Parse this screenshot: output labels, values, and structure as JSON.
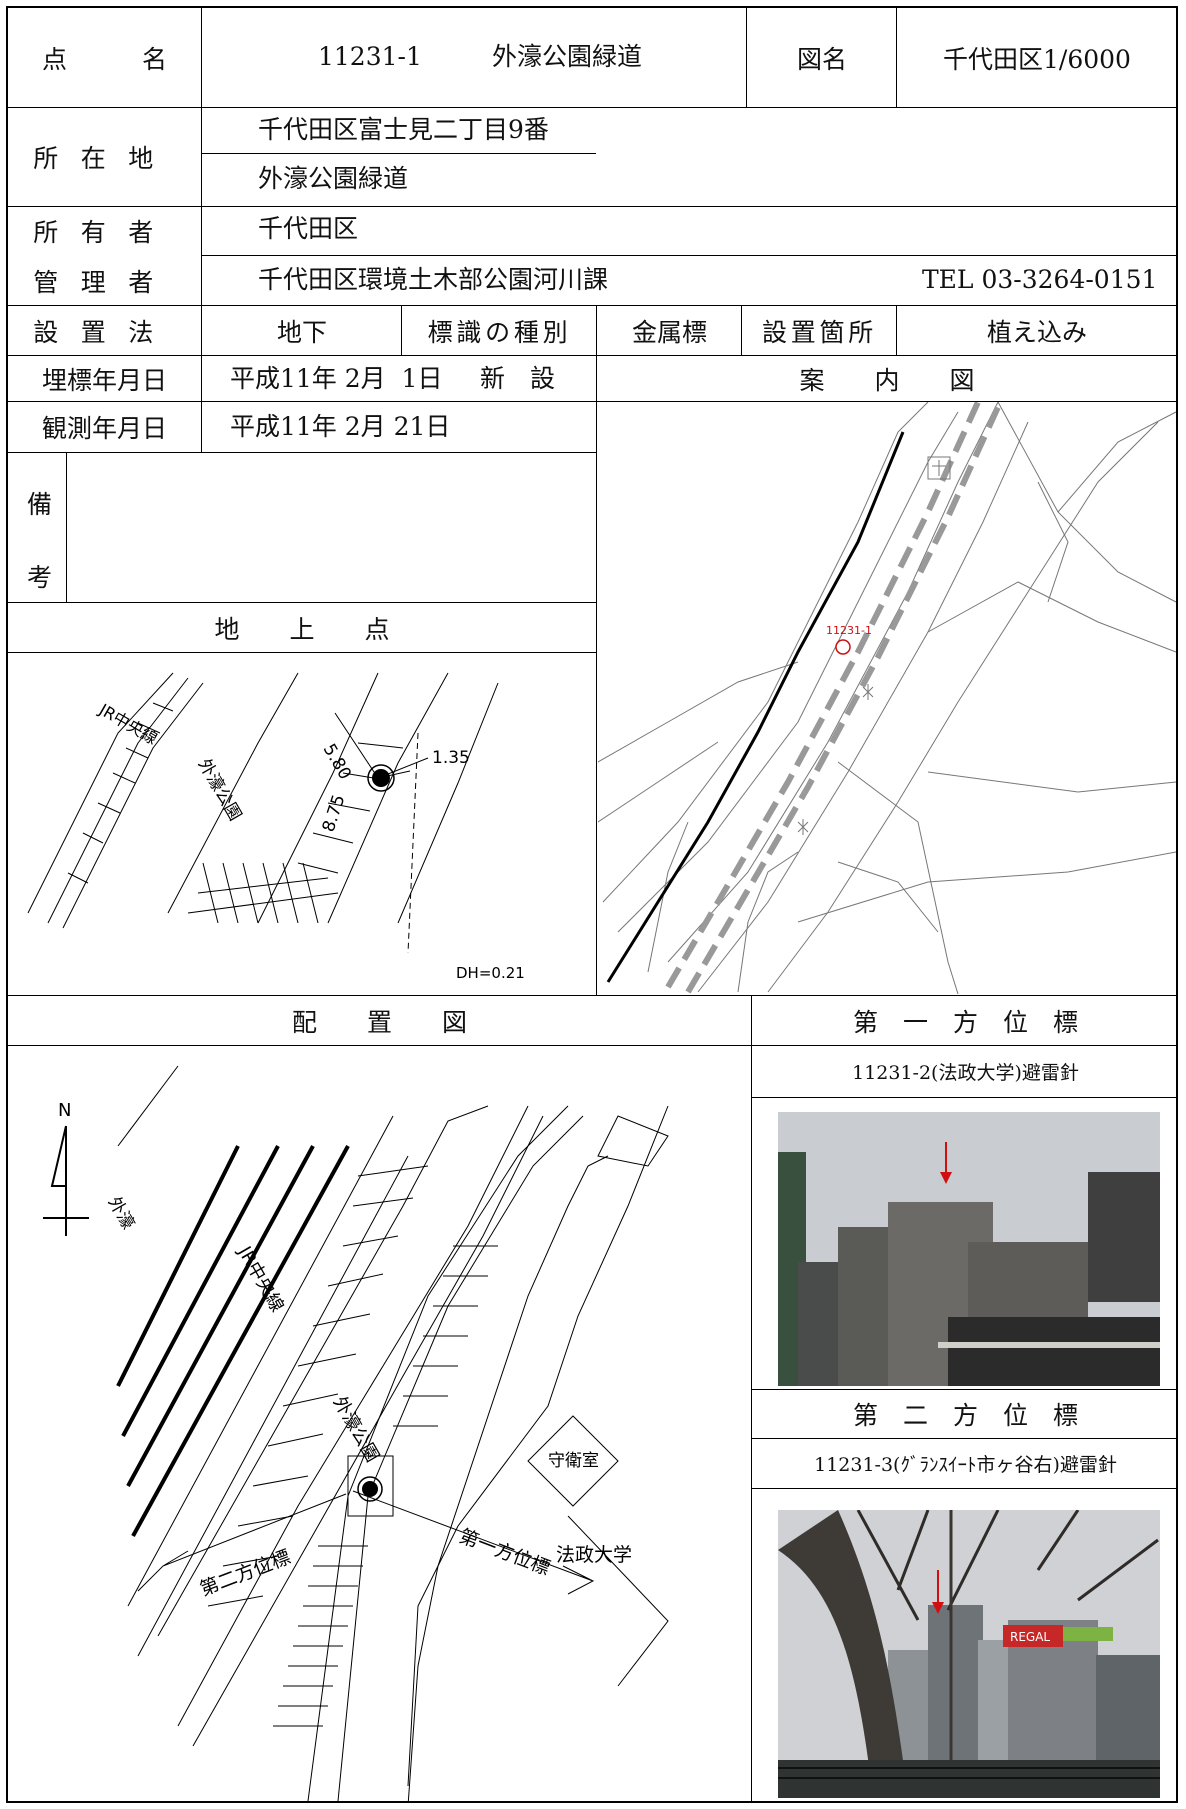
{
  "header": {
    "point_name_label": "点　　　名",
    "point_number": "11231-1",
    "point_name": "外濠公園緑道",
    "map_name_label": "図名",
    "map_name": "千代田区1/6000"
  },
  "location": {
    "label": "所在地",
    "line1": "千代田区富士見二丁目9番",
    "line2": "外濠公園緑道"
  },
  "owner": {
    "label": "所有者",
    "value": "千代田区"
  },
  "manager": {
    "label": "管理者",
    "value": "千代田区環境土木部公園河川課",
    "tel": "TEL 03-3264-0151"
  },
  "installation": {
    "method_label": "設置法",
    "method": "地下",
    "type_label": "標識の種別",
    "type": "金属標",
    "place_label": "設置箇所",
    "place": "植え込み"
  },
  "buried_date": {
    "label": "埋標年月日",
    "value": "平成11年 2月  1日",
    "status": "新　設"
  },
  "survey_date": {
    "label": "観測年月日",
    "value": "平成11年 2月 21日"
  },
  "remarks": {
    "label_1": "備",
    "label_2": "考",
    "value": ""
  },
  "guide_map": {
    "title": "案　　内　　図",
    "point_label": "11231-1"
  },
  "ground_point": {
    "title": "地　　上　　点",
    "rail_label": "JR中央線",
    "park_label": "外濠公園",
    "dist_1": "5.80",
    "dist_2": "8.75",
    "dist_3": "1.35",
    "dh": "DH=0.21"
  },
  "layout_map": {
    "title": "配　　置　　図",
    "north": "N",
    "moat_label": "外濠",
    "rail_label": "JR中央線",
    "park_label": "外濠公園",
    "guard_label": "守衛室",
    "univ_label": "法政大学",
    "dir1_label": "第一方位標",
    "dir2_label": "第二方位標"
  },
  "azimuth_1": {
    "title": "第　一　方　位　標",
    "description": "11231-2(法政大学)避雷針"
  },
  "azimuth_2": {
    "title": "第　二　方　位　標",
    "description": "11231-3(ｸﾞﾗﾝｽｲｰﾄ市ヶ谷右)避雷針"
  },
  "photo_2": {
    "sign_text": "REGAL"
  },
  "colors": {
    "marker_red": "#d01010",
    "line": "#000000"
  }
}
